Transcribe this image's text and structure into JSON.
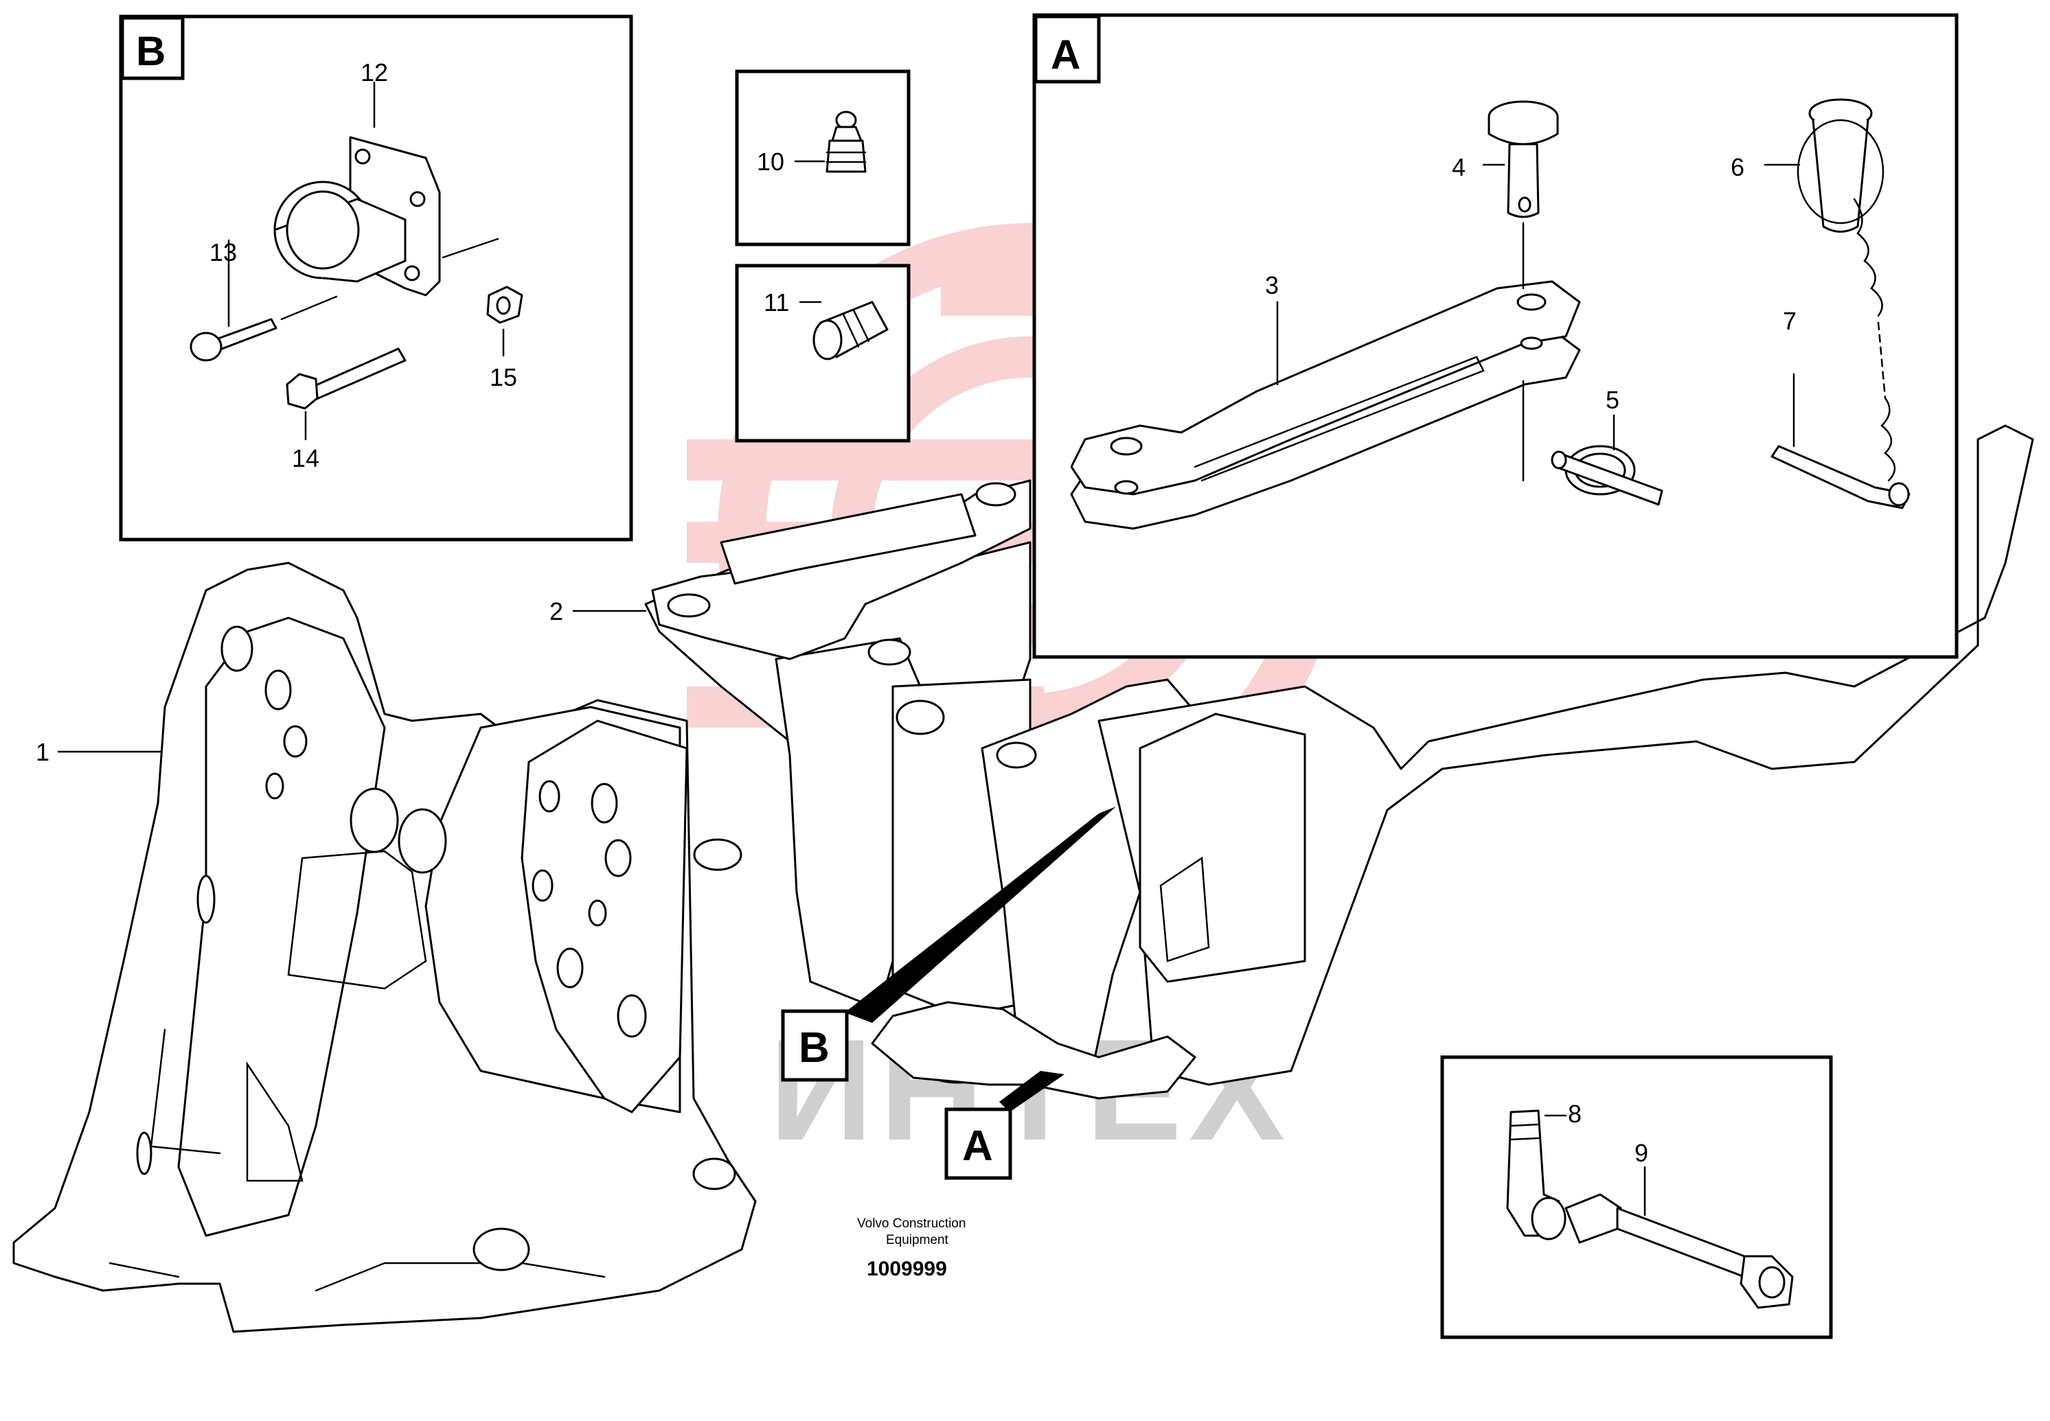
{
  "diagram": {
    "panels": {
      "a": "A",
      "b": "B"
    },
    "reference_labels": {
      "a": "A",
      "b": "B"
    },
    "callouts": [
      "1",
      "2",
      "3",
      "4",
      "5",
      "6",
      "7",
      "8",
      "9",
      "10",
      "11",
      "12",
      "13",
      "14",
      "15"
    ],
    "caption_line1": "Volvo Construction",
    "caption_line2": "Equipment",
    "document_number": "1009999",
    "watermark_text": "ИНТЕХ",
    "watermark_color": "#f4a5a5"
  }
}
